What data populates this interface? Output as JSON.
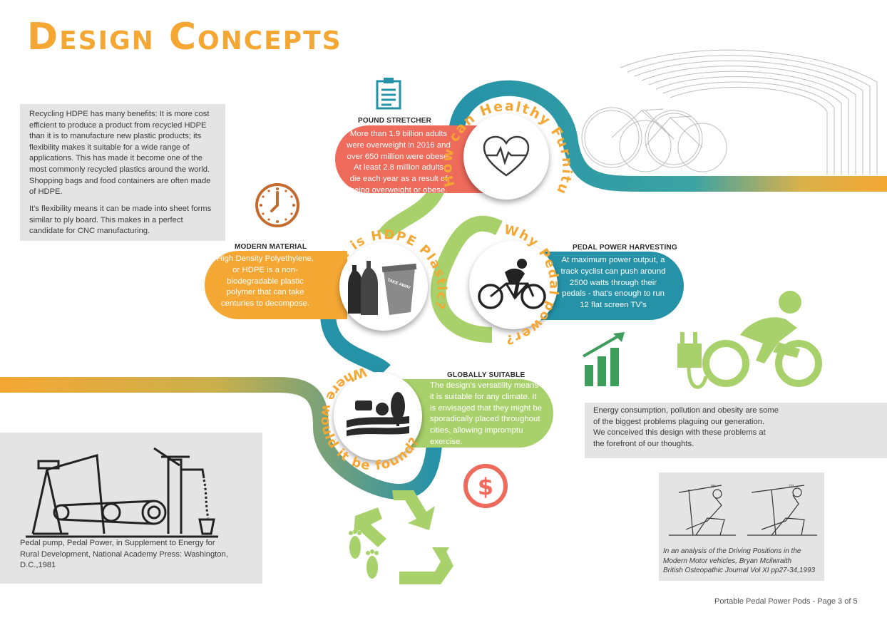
{
  "title": "Design Concepts",
  "intro_box": {
    "para1": "Recycling HDPE has many benefits: It is more cost efficient to produce a product from recycled HDPE than it is to manufacture new plastic products; its flexibility makes it suitable for a wide range of applications. This has made it become one of the most commonly recycled plastics around the world. Shopping bags and food containers are often made of HDPE.",
    "para2": "It's flexibility means it can be made into sheet forms similar to ply board. This makes in a perfect candidate for CNC manufacturing."
  },
  "pound_stretcher": {
    "heading": "POUND STRETCHER",
    "text": "More than 1.9 billion adults\nwere overweight in 2016 and\nover 650 million were obese.\nAt least 2.8 million adults\ndie each year as a result of\nbeing overweight or obese.",
    "arc_text": "How can Healthy Furniture Help?",
    "color": "#ee6a5b"
  },
  "modern_material": {
    "heading": "MODERN MATERIAL",
    "text": "High Density Polyethylene,\nor HDPE is a non-\nbiodegradable plastic\npolymer that can take\ncenturies to decompose.",
    "arc_text": "What is HDPE Plastic?",
    "cup_label": "TAKE AWAY",
    "color": "#f5a734"
  },
  "pedal_power": {
    "heading": "PEDAL POWER HARVESTING",
    "text": "At maximum power output, a\ntrack cyclist can push around\n2500 watts through their\npedals - that's enough to run\n12 flat screen TV's",
    "arc_text": "Why Pedal power?",
    "color": "#2592a8"
  },
  "globally_suitable": {
    "heading": "GLOBALLY SUITABLE",
    "text": "The design's versatility means\nit is suitable for any climate. It\nis envisaged that they might be\nsporadically placed throughout\ncities, allowing impromptu\nexercise.",
    "arc_text": "Where would it be found?",
    "color": "#a9d16b"
  },
  "energy_box": {
    "text": "Energy consumption, pollution and obesity are some\nof the biggest problems plaguing our generation.\nWe conceived this design with these problems at\nthe forefront of our thoughts."
  },
  "pump_caption": {
    "text": "Pedal pump, Pedal Power, in Supplement to Energy for\nRural Development, National Academy Press: Washington,\nD.C.,1981"
  },
  "driving_caption": {
    "text": "In an analysis of the Driving Positions in the\nModern Motor vehicles, Bryan Mcilwraith\nBritish Osteopathic Journal Vol XI pp27-34,1993",
    "angle_left": "18°",
    "angle_right": "22°"
  },
  "footer": "Portable Pedal Power Pods - Page 3 of 5",
  "icons": {
    "clipboard": "clipboard-icon",
    "clock": "clock-icon",
    "dollar": "dollar-icon",
    "recycle": "recycle-icon",
    "footprints": "footprints-icon",
    "growth_chart": "growth-chart-icon",
    "plug_bike": "plug-bike-icon",
    "heart": "heartbeat-icon",
    "cyclist": "cyclist-icon",
    "bottles": "bottles-icon",
    "park": "park-icon"
  },
  "colors": {
    "accent_orange": "#f5a734",
    "teal": "#2592a8",
    "coral": "#ee6a5b",
    "green": "#a9d16b"
  }
}
